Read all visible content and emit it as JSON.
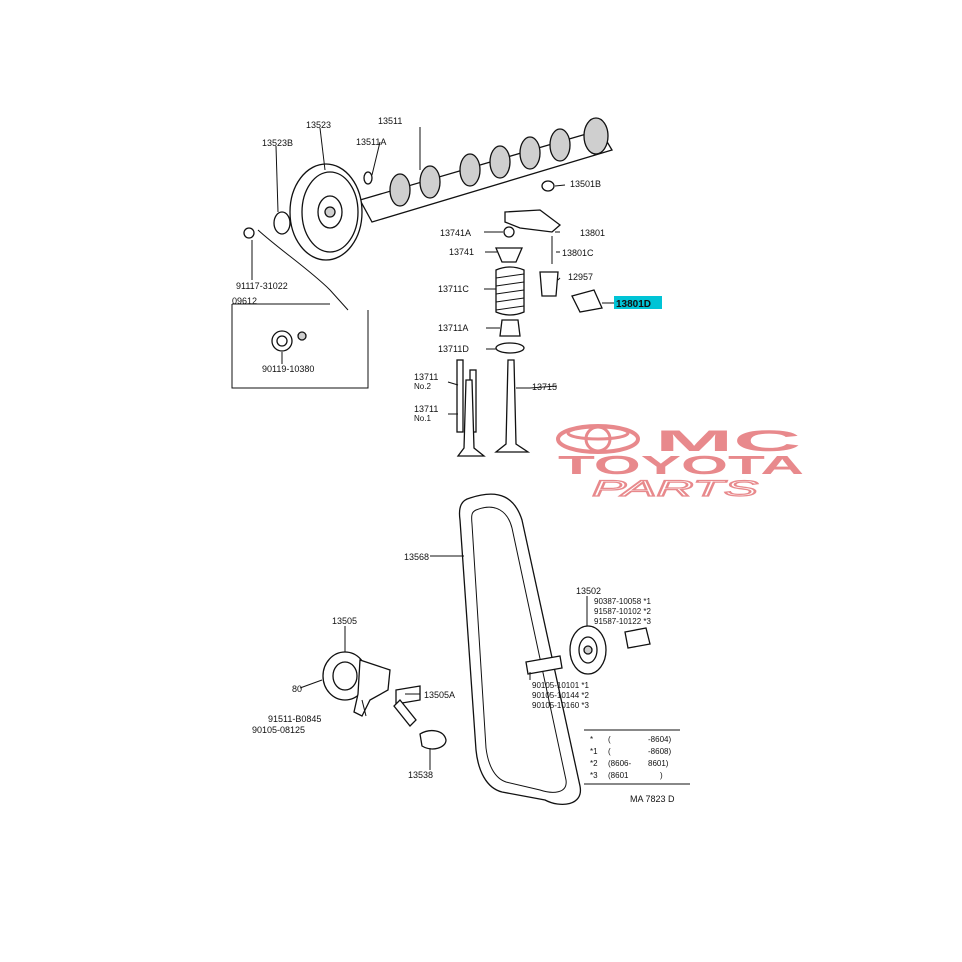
{
  "labels": {
    "p13523": "13523",
    "p13511": "13511",
    "p13523b": "13523B",
    "p13511a": "13511A",
    "p13501b": "13501B",
    "p13741a": "13741A",
    "p13801": "13801",
    "p13741": "13741",
    "p13801c": "13801C",
    "p12957": "12957",
    "p13711c": "13711C",
    "p13801d": "13801D",
    "p13711a": "13711A",
    "p13711d": "13711D",
    "p13711_1": "13711",
    "p13711_1sub": "No.2",
    "p13711_2": "13711",
    "p13711_2sub": "No.1",
    "p13715": "13715",
    "p91117": "91117-31022",
    "p09612": "09612",
    "p90119": "90119-10380",
    "p13568": "13568",
    "p13505": "13505",
    "p13502": "13502",
    "p13505a": "13505A",
    "p80": "80",
    "p91511": "91511-B0845",
    "p91511b": "90105-08125",
    "p13538": "13538",
    "p13502a": "90387-10058 *1",
    "p13502b": "91587-10102 *2",
    "p13502c": "91587-10122 *3",
    "p90105a": "90105-10101 *1",
    "p90105b": "90105-10144 *2",
    "p90105c": "90105-10160 *3"
  },
  "note_table": {
    "rows": [
      [
        "*",
        "(",
        "-8604)"
      ],
      [
        "*1",
        "(",
        "-8608)"
      ],
      [
        "*2",
        "(8606-",
        "8601)"
      ],
      [
        "*3",
        "(8601",
        ")"
      ]
    ]
  },
  "diagram_code": "MA 7823 D",
  "watermark": {
    "line1": "MC",
    "line2": "TOYOTA",
    "line3": "PARTS",
    "color": "#e8898c"
  },
  "highlight_color": "#00c4d6"
}
